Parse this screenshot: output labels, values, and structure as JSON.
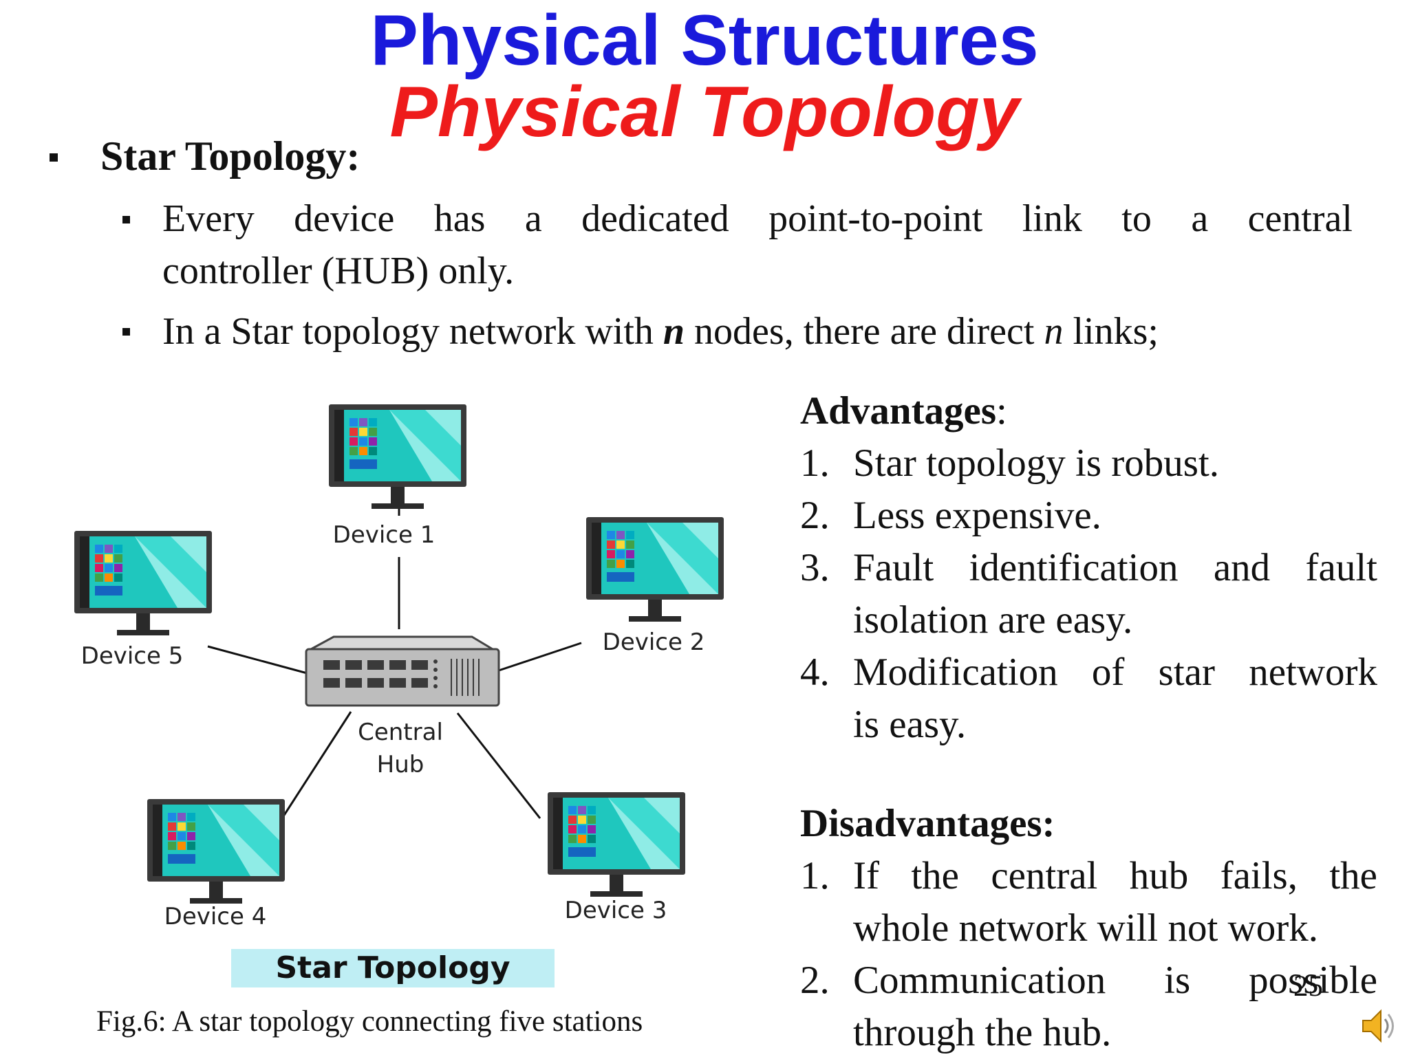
{
  "slide": {
    "title": "Physical Structures",
    "subtitle": "Physical Topology",
    "heading": "Star Topology:",
    "bullets": {
      "b1_line1_words": [
        "Every",
        "device",
        "has",
        "a",
        "dedicated",
        "point-to-point",
        "link",
        "to",
        "a",
        "central"
      ],
      "b1_line2": "controller (HUB) only.",
      "b2_pre": "In a Star  topology network with ",
      "b2_n1": "n",
      "b2_mid": " nodes, there are direct ",
      "b2_n2": "n",
      "b2_post": " links;"
    },
    "advantages": {
      "label": "Advantages",
      "colon": ":",
      "items": [
        {
          "num": "1.",
          "lines": [
            "Star topology is robust."
          ]
        },
        {
          "num": "2.",
          "lines": [
            "Less expensive."
          ]
        },
        {
          "num": "3.",
          "lines": [
            "Fault identification and fault",
            "isolation are easy."
          ]
        },
        {
          "num": "4.",
          "lines": [
            "Modification of star network",
            "is easy."
          ]
        }
      ]
    },
    "disadvantages": {
      "label": "Disadvantages:",
      "items": [
        {
          "num": "1.",
          "lines": [
            "If the central hub fails, the",
            "whole network will not work."
          ]
        },
        {
          "num": "2.",
          "lines": [
            "Communication is possible",
            "through the hub."
          ]
        }
      ]
    },
    "figure": {
      "devices": [
        "Device 1",
        "Device 2",
        "Device 3",
        "Device 4",
        "Device 5"
      ],
      "hub_label_line1": "Central",
      "hub_label_line2": "Hub",
      "banner": "Star Topology",
      "caption": "Fig.6:  A star topology connecting five stations"
    },
    "page_number": "25",
    "icons": [
      "square-bullet-icon",
      "speaker-icon"
    ],
    "colors": {
      "title": "#1a1adb",
      "subtitle": "#ee1b1b",
      "banner": "#bfeef4",
      "screen": "#2dd4c8"
    }
  }
}
